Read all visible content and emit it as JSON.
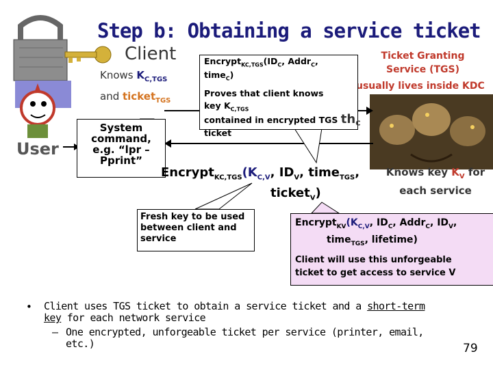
{
  "slide": {
    "title": "Step b: Obtaining a service ticket",
    "client_label": "Client",
    "user_label": "User",
    "knows_line1_pre": "Knows ",
    "knows_key": "K",
    "knows_key_sub": "C,TGS",
    "knows_line2_pre": "and ",
    "knows_ticket": "ticket",
    "knows_ticket_sub": "TGS",
    "tgs_title": "Ticket Granting Service (TGS)",
    "kdc_note": "usually lives inside KDC",
    "page_number": "79"
  },
  "callout_top": {
    "line1_a": "Encrypt",
    "line1_sub": "KC,TGS",
    "line1_b": "(ID",
    "line1_sub2": "C",
    "line1_c": ", Addr",
    "line1_sub3": "C",
    "line1_d": ",",
    "line2": "time",
    "line2_sub": "C",
    "line2_end": ")",
    "line3": "Proves that client knows",
    "line4_a": "key K",
    "line4_sub": "C,TGS",
    "line5": "contained in encrypted TGS",
    "line5_overflow": "th",
    "line5_overflow_sub": "C",
    "line6": "ticket"
  },
  "callout_system": {
    "line1": "System",
    "line2": "command,",
    "line3": "e.g. “lpr –",
    "line4": "Pprint”"
  },
  "main_enc": {
    "a": "Encrypt",
    "a_sub": "KC,TGS",
    "b": "(K",
    "b_sub": "C,V",
    "c": ", ID",
    "c_sub": "V",
    "d": ", time",
    "d_sub": "TGS",
    "e": ",",
    "line2": "ticket",
    "line2_sub": "V",
    "line2_end": ")"
  },
  "knows_kv": {
    "a": "Knows key ",
    "key": "K",
    "key_sub": "V",
    "b": " for",
    "line2": "each service"
  },
  "callout_fresh": {
    "line1": "Fresh key to be used",
    "line2": "between client and",
    "line3": "service"
  },
  "callout_ticket": {
    "line1_a": "Encrypt",
    "line1_sub": "KV",
    "line1_b": "(K",
    "line1_sub2": "C,V",
    "line1_c": ", ID",
    "line1_sub3": "C",
    "line1_d": ", Addr",
    "line1_sub4": "C",
    "line1_e": ", ID",
    "line1_sub5": "V",
    "line1_f": ",",
    "line2_a": "time",
    "line2_sub": "TGS",
    "line2_b": ", lifetime)",
    "line3": "Client will use this unforgeable",
    "line4": "ticket to get access to service V"
  },
  "bullets": {
    "main_symbol": "•",
    "main_text_a": "Client uses TGS ticket to obtain a service ticket and a ",
    "main_text_u1": "short-term",
    "main_text_u2": "key",
    "main_text_b": " for each network service",
    "sub_symbol": "–",
    "sub_text": "One encrypted, unforgeable ticket per service (printer, email, etc.)"
  },
  "colors": {
    "title": "#1b1b7a",
    "tgs_red": "#c0392b",
    "ticket_orange": "#d4731f",
    "callout_pink": "#f4dcf5"
  }
}
